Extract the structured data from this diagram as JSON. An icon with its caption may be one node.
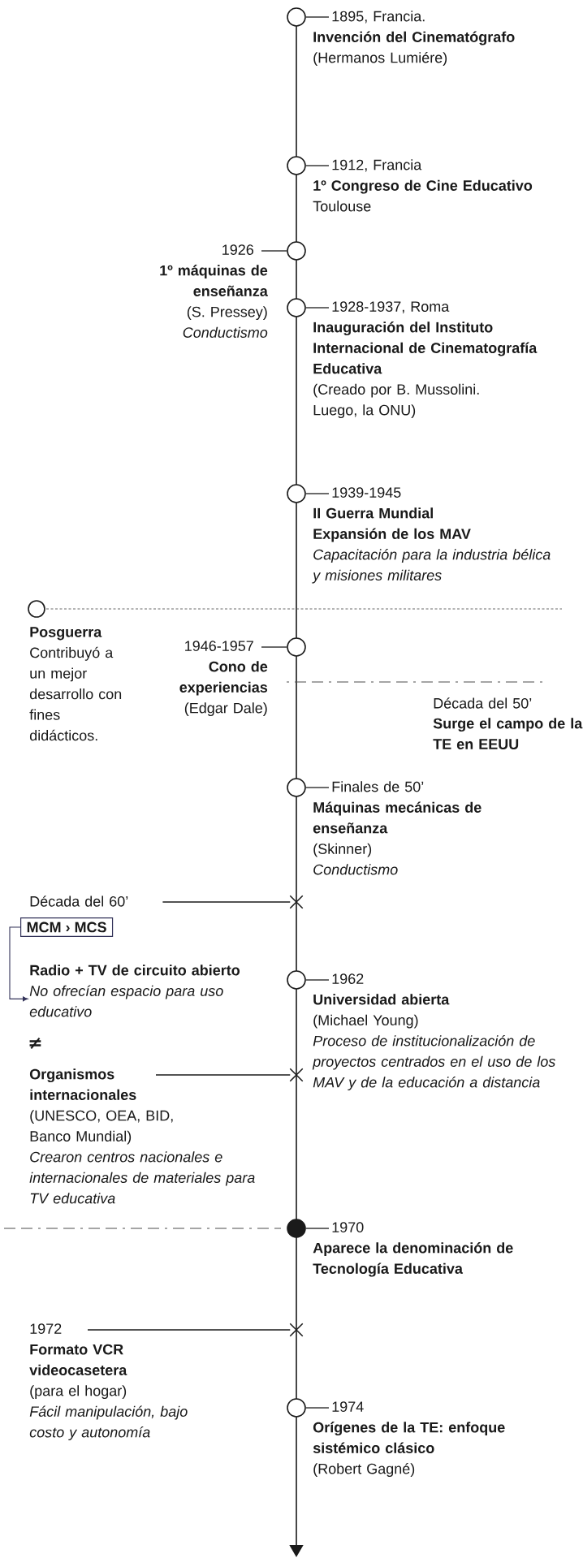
{
  "diagram": {
    "nodes": [
      {
        "text": [],
        "shape": "circle"
      },
      {
        "text": [
          "1895, Francia.",
          "Invención del Cinematógrafo",
          "(Hermanos Lumiére)"
        ]
      },
      {
        "text": [],
        "shape": "circle"
      },
      {
        "text": [
          "1912, Francia",
          "1º Congreso de Cine Educativo",
          "Toulouse"
        ]
      },
      {
        "text": [
          "1926",
          "1º máquinas de enseñanza",
          "(S. Pressey)",
          "Conductismo"
        ]
      },
      {
        "text": [],
        "shape": "circle"
      },
      {
        "text": [],
        "shape": "circle"
      },
      {
        "text": [
          "1928-1937, Roma",
          "Inauguración del Instituto Internacional de Cinematografía Educativa",
          "(Creado por B. Mussolini. Luego, la ONU)"
        ]
      },
      {
        "text": [],
        "shape": "circle"
      },
      {
        "text": [
          "1939-1945",
          "II Guerra Mundial",
          "Expansión de los MAV",
          "Capacitación para la industria bélica y misiones militares"
        ]
      },
      {
        "text": [],
        "shape": "circle",
        "beside": [
          "Posguerra",
          "Contribuyó a un mejor desarrollo con fines didácticos."
        ]
      },
      {
        "text": [
          "1946-1957",
          "Cono de experiencias",
          "(Edgar Dale)"
        ]
      },
      {
        "text": [],
        "shape": "circle"
      },
      {
        "text": [],
        "shape": "circle"
      },
      {
        "text": [
          "Finales de 50’",
          "Máquinas mecánicas de enseñanza",
          "(Skinner)",
          "Conductismo"
        ]
      },
      {
        "text": [
          "Década del 60’"
        ]
      },
      {
        "text": [],
        "shape": "cross"
      },
      {
        "text": [
          "MCM › MCS"
        ]
      },
      {
        "text": [
          "Radio + TV de circuito abierto",
          "No ofrecían espacio para uso educativo"
        ]
      },
      {
        "text": [],
        "shape": "circle"
      },
      {
        "text": [
          "1962",
          "Universidad abierta",
          "(Michael Young)",
          "Proceso de institucionalización de proyectos centrados en el uso de los MAV y de la educación a distancia"
        ]
      },
      {
        "text": [
          "Organismos internacionales",
          "(UNESCO, OEA, BID, Banco Mundial)",
          "Crearon centros nacionales e internacionales de materiales para TV educativa"
        ]
      },
      {
        "text": [],
        "shape": "cross"
      },
      {
        "text": [],
        "shape": "dot"
      },
      {
        "text": [
          "1970",
          "Aparece la denominación de Tecnología Educativa"
        ]
      },
      {
        "text": [
          "1972",
          "Formato VCR videocasetera",
          "(para el hogar)",
          "Fácil manipulación, bajo costo y autonomía"
        ]
      },
      {
        "text": [],
        "shape": "cross"
      },
      {
        "text": [],
        "shape": "circle"
      },
      {
        "text": [
          "1974",
          "Orígenes de la TE: enfoque sistémico clásico",
          "(Robert Gagné)"
        ]
      }
    ],
    "edges": [
      {
        "from": 0,
        "to": 1,
        "arrow": "none"
      },
      {
        "from": 2,
        "to": 3,
        "arrow": "none"
      },
      {
        "from": 4,
        "to": 5,
        "arrow": "none"
      },
      {
        "from": 6,
        "to": 7,
        "arrow": "none"
      },
      {
        "from": 8,
        "to": 9,
        "arrow": "none"
      },
      {
        "from": 11,
        "to": 12,
        "arrow": "none"
      },
      {
        "from": 13,
        "to": 14,
        "arrow": "none"
      },
      {
        "from": 15,
        "to": 16,
        "arrow": "none"
      },
      {
        "from": 17,
        "to": 18,
        "arrow": "to"
      },
      {
        "from": 19,
        "to": 20,
        "arrow": "none"
      },
      {
        "from": 21,
        "to": 22,
        "arrow": "none"
      },
      {
        "from": 23,
        "to": 24,
        "arrow": "none"
      },
      {
        "from": 25,
        "to": 26,
        "arrow": "none"
      },
      {
        "from": 27,
        "to": 28,
        "arrow": "none"
      }
    ],
    "labels": [
      "Década del 50’",
      "Surge el campo de la TE en EEUU",
      "≠"
    ]
  }
}
